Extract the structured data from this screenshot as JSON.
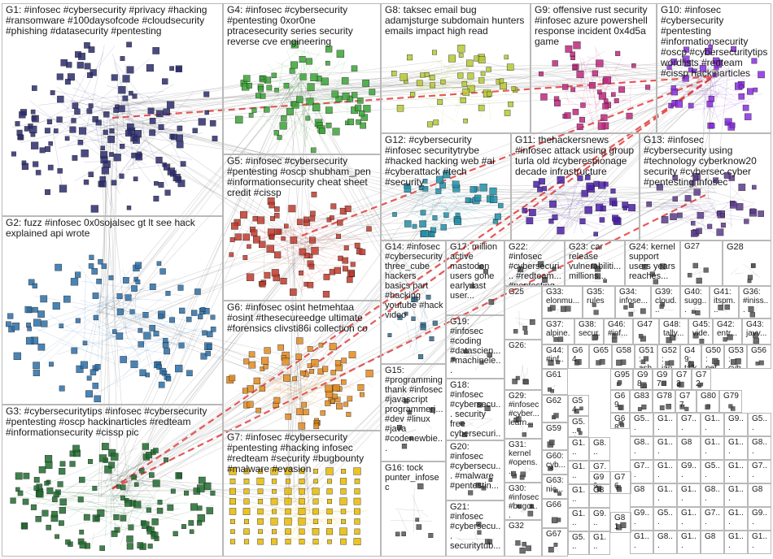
{
  "title": "",
  "groups": [
    {
      "id": "G1",
      "label": "G1: #infosec #cybersecurity #privacy #hacking #ransomware #100daysofcode #cloudsecurity #phishing #datasecurity #pentesting",
      "color": "#2b2b6e"
    },
    {
      "id": "G2",
      "label": "G2: fuzz #infosec 0x0sojalsec gt lt see hack explained api wrote",
      "color": "#2a6fa8"
    },
    {
      "id": "G3",
      "label": "G3: #cybersecuritytips #infosec #cybersecurity #pentesting #oscp hackinarticles #redteam #informationsecurity #cissp pic",
      "color": "#1f6b2e"
    },
    {
      "id": "G4",
      "label": "G4: #infosec #cybersecurity #pentesting 0xor0ne ptracesecurity series security reverse cve engineering",
      "color": "#3aa335"
    },
    {
      "id": "G5",
      "label": "G5: #infosec #cybersecurity #pentesting #oscp shubham_pen #informationsecurity cheat sheet credit #cissp",
      "color": "#c0392b"
    },
    {
      "id": "G6",
      "label": "G6: #infosec osint hetmehtaa #osint #thesecureedge ultimate #forensics clivsti86i collection co",
      "color": "#e08a1e"
    },
    {
      "id": "G7",
      "label": "G7: #infosec #cybersecurity #pentesting #hacking infosec #redteam #security #bugbounty #malware #evasion",
      "color": "#e6b800"
    },
    {
      "id": "G8",
      "label": "G8: taksec email bug adamjsturge subdomain hunters emails impact high read",
      "color": "#b5c833"
    },
    {
      "id": "G9",
      "label": "G9: offensive rust security #infosec azure powershell response incident 0x4d5a game",
      "color": "#c0277e"
    },
    {
      "id": "G10",
      "label": "G10: #infosec #cybersecurity #pentesting #informationsecurity #oscp #cybersecuritytips wordlists #redteam #cissp hackinarticles",
      "color": "#8a2be2"
    },
    {
      "id": "G11",
      "label": "G11: thehackersnews #infosec attack using group turla old #cyberespionage decade infrastructure",
      "color": "#4b1fa8"
    },
    {
      "id": "G12",
      "label": "G12: #cybersecurity #infosec securitytrybe #hacked hacking web #ai #cyberattack #tech #security",
      "color": "#1f8fa8"
    },
    {
      "id": "G13",
      "label": "G13: #infosec #cybersecurity using #technology cyberknow20 security #cybersec cyber #pentesting infosec",
      "color": "#5b3a8c"
    },
    {
      "id": "G14",
      "label": "G14: #infosec #cybersecurity three_cube hackers basics part #hacking youtube #hack video",
      "color": "#2f6a8f"
    },
    {
      "id": "G15",
      "label": "G15: #programming thank #infosec #javascript programmerj... #dev #linux #java #codenewbie...",
      "color": "#555"
    },
    {
      "id": "G16",
      "label": "G16: tock punter_infosec",
      "color": "#555"
    },
    {
      "id": "G17",
      "label": "G17: million active mastodon users gone early last user...",
      "color": "#555"
    },
    {
      "id": "G18",
      "label": "G18: #infosec #cybersecu... security free cybersecuri...",
      "color": "#555"
    },
    {
      "id": "G19",
      "label": "G19: #infosec #coding #datascien... #machinele...",
      "color": "#555"
    },
    {
      "id": "G20",
      "label": "G20: #infosec #cybersecu... #malware #pentestin...",
      "color": "#555"
    },
    {
      "id": "G21",
      "label": "G21: #infosec #cybersecu... securitytub...",
      "color": "#555"
    },
    {
      "id": "G22",
      "label": "G22: #infosec #cybersecuri... #redteam... #pentesting...",
      "color": "#555"
    },
    {
      "id": "G23",
      "label": "G23: car release vulnerabiliti... millions...",
      "color": "#555"
    },
    {
      "id": "G24",
      "label": "G24: kernel support users years reaches...",
      "color": "#555"
    },
    {
      "id": "G25",
      "label": "G25",
      "color": "#555"
    },
    {
      "id": "G26",
      "label": "G26:",
      "color": "#555"
    },
    {
      "id": "G27",
      "label": "G27",
      "color": "#555"
    },
    {
      "id": "G28",
      "label": "G28",
      "color": "#555"
    },
    {
      "id": "G29",
      "label": "G29: #infosec #cyber... learn...",
      "color": "#555"
    },
    {
      "id": "G30",
      "label": "G30: #infosec #bugcr...",
      "color": "#555"
    },
    {
      "id": "G31",
      "label": "G31: kernel #opens...",
      "color": "#555"
    },
    {
      "id": "G32",
      "label": "G32",
      "color": "#555"
    },
    {
      "id": "G33",
      "label": "G33: elonmu...",
      "color": "#555"
    },
    {
      "id": "G34",
      "label": "G34: infose...",
      "color": "#555"
    },
    {
      "id": "G35",
      "label": "G35: rules",
      "color": "#555"
    },
    {
      "id": "G36",
      "label": "G36: #iniss...",
      "color": "#555"
    },
    {
      "id": "G37",
      "label": "G37: alpine...",
      "color": "#555"
    },
    {
      "id": "G38",
      "label": "G38: secur...",
      "color": "#555"
    },
    {
      "id": "G39",
      "label": "G39: cloud...",
      "color": "#555"
    },
    {
      "id": "G40",
      "label": "G40: sugg...",
      "color": "#555"
    },
    {
      "id": "G41",
      "label": "G41: itspm...",
      "color": "#555"
    },
    {
      "id": "G42",
      "label": "G42: entr...",
      "color": "#555"
    },
    {
      "id": "G43",
      "label": "G43: javv...",
      "color": "#555"
    },
    {
      "id": "G44",
      "label": "G44: #inf...",
      "color": "#555"
    },
    {
      "id": "G45",
      "label": "G45: vide...",
      "color": "#555"
    },
    {
      "id": "G46",
      "label": "G46: #inf...",
      "color": "#555"
    },
    {
      "id": "G47",
      "label": "G47",
      "color": "#555"
    },
    {
      "id": "G48",
      "label": "G48: tally...",
      "color": "#555"
    },
    {
      "id": "G49",
      "label": "G49: talk...",
      "color": "#555"
    },
    {
      "id": "G50",
      "label": "G50: pet...",
      "color": "#555"
    },
    {
      "id": "G51",
      "label": "G51: ash...",
      "color": "#555"
    },
    {
      "id": "G52",
      "label": "G52: jan...",
      "color": "#555"
    },
    {
      "id": "G53",
      "label": "G53: cyb...",
      "color": "#555"
    },
    {
      "id": "G54",
      "label": "G54",
      "color": "#555"
    },
    {
      "id": "G55",
      "label": "G5... tha...",
      "color": "#555"
    },
    {
      "id": "G56",
      "label": "G56",
      "color": "#555"
    },
    {
      "id": "G58",
      "label": "G58",
      "color": "#555"
    },
    {
      "id": "G59",
      "label": "G59",
      "color": "#555"
    },
    {
      "id": "G60",
      "label": "G60: cyb...",
      "color": "#555"
    },
    {
      "id": "G61",
      "label": "G61",
      "color": "#555"
    },
    {
      "id": "G62",
      "label": "G62",
      "color": "#555"
    },
    {
      "id": "G63",
      "label": "G63: nic...",
      "color": "#555"
    },
    {
      "id": "G64",
      "label": "G64",
      "color": "#555"
    },
    {
      "id": "G65",
      "label": "G65",
      "color": "#555"
    },
    {
      "id": "G66",
      "label": "G66",
      "color": "#555"
    },
    {
      "id": "G67",
      "label": "G67",
      "color": "#555"
    },
    {
      "id": "G68",
      "label": "G68",
      "color": "#555"
    },
    {
      "id": "G69",
      "label": "G69",
      "color": "#555"
    },
    {
      "id": "G72",
      "label": "G72",
      "color": "#555"
    },
    {
      "id": "G73",
      "label": "G73",
      "color": "#555"
    },
    {
      "id": "G76",
      "label": "G76",
      "color": "#555"
    },
    {
      "id": "G77",
      "label": "G77",
      "color": "#555"
    },
    {
      "id": "G78",
      "label": "G78",
      "color": "#555"
    },
    {
      "id": "G79",
      "label": "G79",
      "color": "#555"
    },
    {
      "id": "G80",
      "label": "G80",
      "color": "#555"
    },
    {
      "id": "G81",
      "label": "G81",
      "color": "#555"
    },
    {
      "id": "G83",
      "label": "G83",
      "color": "#555"
    },
    {
      "id": "G95",
      "label": "G95",
      "color": "#555"
    },
    {
      "id": "G97",
      "label": "G97",
      "color": "#555"
    },
    {
      "id": "G98",
      "label": "G98",
      "color": "#555"
    },
    {
      "id": "G99",
      "label": "G99",
      "color": "#555"
    }
  ],
  "small_cell_labels": [
    "G5...",
    "G8...",
    "G7...",
    "G8",
    "G9...",
    "G1...",
    "G1...",
    "G1...",
    "G1...",
    "G1..."
  ],
  "edges": [
    [
      "G1",
      "G2"
    ],
    [
      "G1",
      "G3"
    ],
    [
      "G1",
      "G4"
    ],
    [
      "G1",
      "G5"
    ],
    [
      "G1",
      "G8"
    ],
    [
      "G1",
      "G10"
    ],
    [
      "G1",
      "G12"
    ],
    [
      "G3",
      "G5"
    ],
    [
      "G3",
      "G6"
    ],
    [
      "G3",
      "G7"
    ],
    [
      "G3",
      "G10"
    ],
    [
      "G3",
      "G4"
    ],
    [
      "G3",
      "G13"
    ],
    [
      "G2",
      "G4"
    ],
    [
      "G2",
      "G6"
    ],
    [
      "G2",
      "G12"
    ],
    [
      "G4",
      "G5"
    ],
    [
      "G4",
      "G8"
    ],
    [
      "G4",
      "G9"
    ],
    [
      "G5",
      "G7"
    ],
    [
      "G5",
      "G10"
    ],
    [
      "G5",
      "G13"
    ],
    [
      "G6",
      "G7"
    ],
    [
      "G6",
      "G12"
    ],
    [
      "G8",
      "G9"
    ],
    [
      "G9",
      "G10"
    ],
    [
      "G10",
      "G13"
    ],
    [
      "G11",
      "G12"
    ],
    [
      "G12",
      "G13"
    ],
    [
      "G14",
      "G4"
    ],
    [
      "G7",
      "G10"
    ]
  ],
  "strong_edges": [
    [
      "G3",
      "G10"
    ],
    [
      "G5",
      "G10"
    ],
    [
      "G1",
      "G10"
    ],
    [
      "G3",
      "G13"
    ],
    [
      "G6",
      "G10"
    ]
  ]
}
